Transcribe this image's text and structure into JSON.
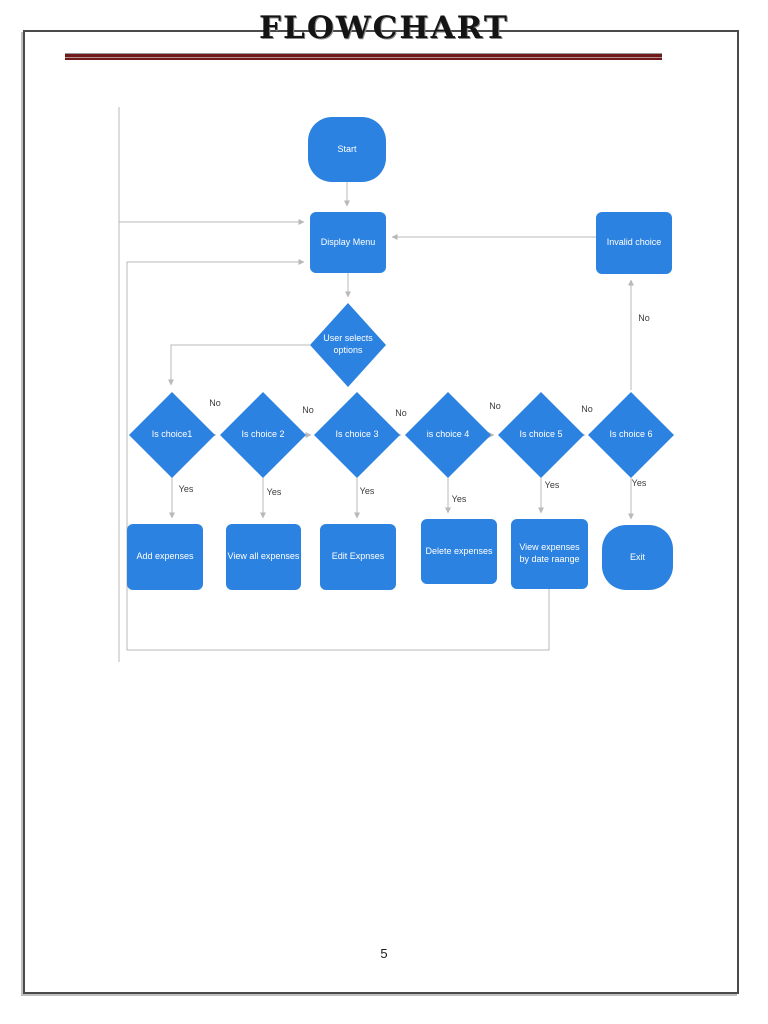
{
  "title": "FLOWCHART",
  "page_number": "5",
  "colors": {
    "node_fill": "#2c82e0",
    "node_text": "#ffffff",
    "connector": "#b9b9b9",
    "title_rule": "#6e1a1a",
    "page_border": "#4a4a4a"
  },
  "flowchart": {
    "nodes": {
      "start": "Start",
      "display_menu": "Display Menu",
      "invalid_choice": "Invalid choice",
      "user_selects_options": "User selects options",
      "is_choice_1": "Is choice1",
      "is_choice_2": "Is choice 2",
      "is_choice_3": "Is choice 3",
      "is_choice_4": "is choice 4",
      "is_choice_5": "Is choice 5",
      "is_choice_6": "Is choice 6",
      "add_expenses": "Add expenses",
      "view_all_expenses": "View all expenses",
      "edit_expenses": "Edit Expnses",
      "delete_expenses": "Delete expenses",
      "view_expenses_by_date": "View expenses by date raange",
      "exit": "Exit"
    },
    "edge_labels": {
      "no": [
        "No",
        "No",
        "No",
        "No",
        "No",
        "No"
      ],
      "yes": [
        "Yes",
        "Yes",
        "Yes",
        "Yes",
        "Yes",
        "Yes"
      ]
    }
  }
}
